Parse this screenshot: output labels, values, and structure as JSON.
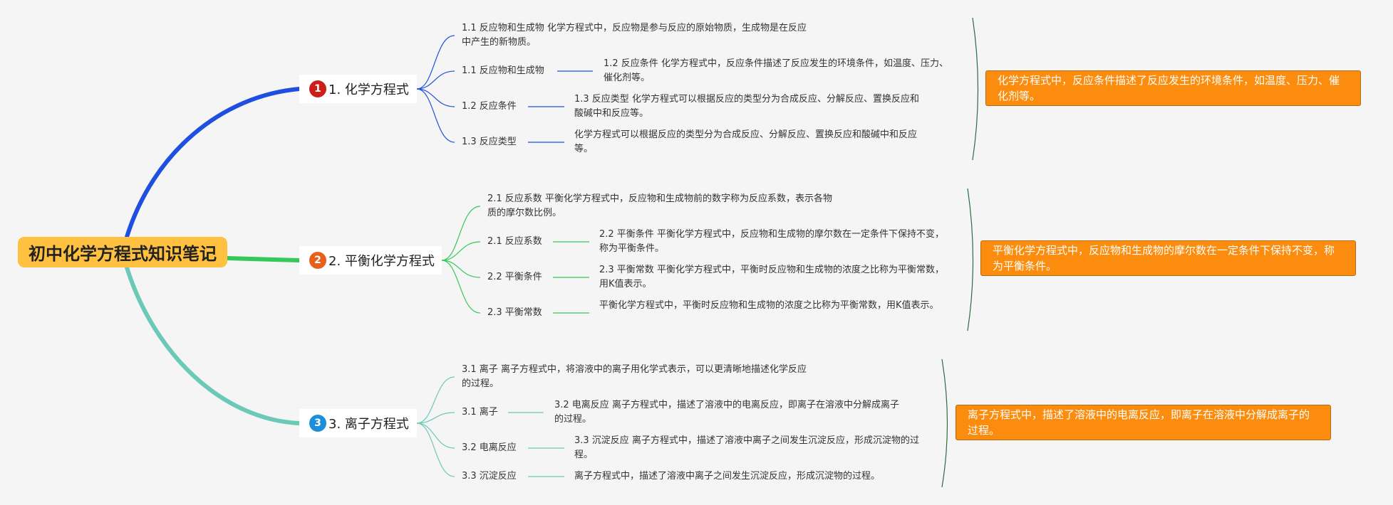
{
  "root": "初中化学方程式知识笔记",
  "colors": {
    "blue": "#1f4fe0",
    "green": "#35c95a",
    "teal": "#6cc9b8",
    "note": "#fc8c0e",
    "root": "#ffc13f"
  },
  "branches": [
    {
      "number": "1",
      "label": "1. 化学方程式",
      "badge_color": "#cc1f1a",
      "items": [
        "1.1 反应物和生成物 化学方程式中，反应物是参与反应的原始物质，生成物是在反应中产生的新物质。",
        "1.1 反应物和生成物",
        "1.2 反应条件",
        "1.3 反应类型"
      ],
      "details": [
        "1.2 反应条件 化学方程式中，反应条件描述了反应发生的环境条件，如温度、压力、催化剂等。",
        "1.3 反应类型 化学方程式可以根据反应的类型分为合成反应、分解反应、置换反应和酸碱中和反应等。",
        "化学方程式可以根据反应的类型分为合成反应、分解反应、置换反应和酸碱中和反应等。"
      ],
      "summary": "化学方程式中，反应条件描述了反应发生的环境条件，如温度、压力、催化剂等。"
    },
    {
      "number": "2",
      "label": "2. 平衡化学方程式",
      "badge_color": "#e5611c",
      "items": [
        "2.1 反应系数 平衡化学方程式中，反应物和生成物前的数字称为反应系数，表示各物质的摩尔数比例。",
        "2.1 反应系数",
        "2.2 平衡条件",
        "2.3 平衡常数"
      ],
      "details": [
        "2.2 平衡条件 平衡化学方程式中，反应物和生成物的摩尔数在一定条件下保持不变，称为平衡条件。",
        "2.3 平衡常数 平衡化学方程式中，平衡时反应物和生成物的浓度之比称为平衡常数，用K值表示。",
        "平衡化学方程式中，平衡时反应物和生成物的浓度之比称为平衡常数，用K值表示。"
      ],
      "summary": "平衡化学方程式中，反应物和生成物的摩尔数在一定条件下保持不变，称为平衡条件。"
    },
    {
      "number": "3",
      "label": "3. 离子方程式",
      "badge_color": "#1d8fd8",
      "items": [
        "3.1 离子 离子方程式中，将溶液中的离子用化学式表示，可以更清晰地描述化学反应的过程。",
        "3.1 离子",
        "3.2 电离反应",
        "3.3 沉淀反应"
      ],
      "details": [
        "3.2 电离反应 离子方程式中，描述了溶液中的电离反应，即离子在溶液中分解成离子的过程。",
        "3.3 沉淀反应 离子方程式中，描述了溶液中离子之间发生沉淀反应，形成沉淀物的过程。",
        "离子方程式中，描述了溶液中离子之间发生沉淀反应，形成沉淀物的过程。"
      ],
      "summary": "离子方程式中，描述了溶液中的电离反应，即离子在溶液中分解成离子的过程。"
    }
  ]
}
